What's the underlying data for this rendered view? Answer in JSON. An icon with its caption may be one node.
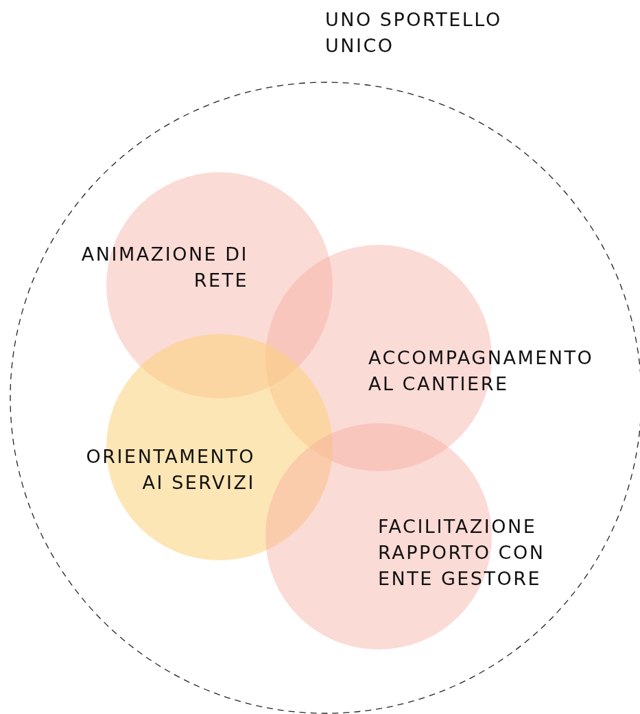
{
  "diagram": {
    "nodes": [
      {
        "text": [
          "UNO SPORTELLO UNICO"
        ]
      },
      {
        "text": [
          "ANIMAZIONE DI RETE"
        ],
        "in": 0
      },
      {
        "text": [
          "ACCOMPAGNAMENTO AL CANTIERE"
        ],
        "in": 0
      },
      {
        "text": [
          "ORIENTAMENTO AI SERVIZI"
        ],
        "in": 0
      },
      {
        "text": [
          "FACILITAZIONE RAPPORTO CON ENTE GESTORE"
        ],
        "in": 0
      }
    ]
  }
}
